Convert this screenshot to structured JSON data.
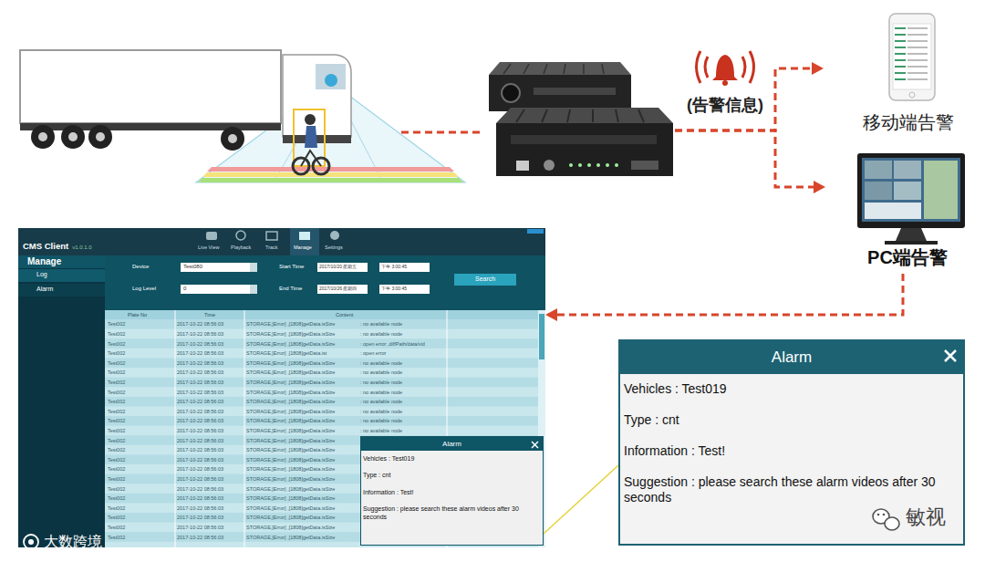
{
  "diagram": {
    "nodes": [
      {
        "text": []
      },
      {
        "text": []
      },
      {
        "text": [
          "移动端告警"
        ]
      },
      {
        "text": [
          "PC端告警"
        ]
      },
      {
        "text": [
          "CMS Client",
          "v1.0.1.0"
        ]
      },
      {
        "text": [
          "Alarm",
          "Vehicles : Test019",
          "Type : cnt",
          "Information : Test!",
          "Suggestion : please search these alarm videos after 30 seconds"
        ],
        "in": 4
      },
      {
        "text": [
          "Alarm",
          "Vehicles : Test019",
          "Type : cnt",
          "Information : Test!",
          "Suggestion : please search these alarm videos after 30 seconds"
        ]
      }
    ],
    "edges": [
      {
        "from": 0,
        "to": 1,
        "arrow": "none"
      },
      {
        "from": 1,
        "to": 2,
        "label": "(告警信息)",
        "arrow": "to"
      },
      {
        "from": 1,
        "to": 3,
        "arrow": "to"
      },
      {
        "from": 3,
        "to": 4,
        "arrow": "to"
      },
      {
        "from": 5,
        "to": 6,
        "arrow": "none"
      }
    ],
    "labels": [
      "Live View",
      "Playback",
      "Track",
      "Manage",
      "Settings",
      "Manage",
      "Log",
      "Alarm",
      "Device",
      "Test080",
      "Log Level",
      "0",
      "Start Time",
      "2017/10/20 星期五",
      "下午 3:00:45",
      "End Time",
      "2017/10/26 星期四",
      "下午 3:00:45",
      "Search",
      "Plate No",
      "Time",
      "Content",
      "大数跨境",
      "敏视",
      "Test002",
      "2017-10-22 08:56:03",
      "STORAGE,[Error] ,[1808]getData.isSize",
      ": no available node",
      "Test002",
      "2017-10-22 08:56:03",
      "STORAGE,[Error] ,[1808]getData.isSize",
      ": no available node",
      "Test002",
      "2017-10-22 08:56:03",
      "STORAGE,[Error] ,[1808]getData.isSize",
      ": open error ,diffPath/data/vid",
      "Test002",
      "2017-10-22 08:56:03",
      "STORAGE,[Error] ,[1808]getData.ist",
      ": open error",
      "Test002",
      "2017-10-22 08:56:03",
      "STORAGE,[Error] ,[1808]getData.isSize",
      ": no available node",
      "Test002",
      "2017-10-22 08:56:03",
      "STORAGE,[Error] ,[1808]getData.isSize",
      ": no available node",
      "Test002",
      "2017-10-22 08:56:03",
      "STORAGE,[Error] ,[1808]getData.isSize",
      ": no available node",
      "Test002",
      "2017-10-22 08:56:03",
      "STORAGE,[Error] ,[1808]getData.isSize",
      ": no available node",
      "Test002",
      "2017-10-22 08:56:03",
      "STORAGE,[Error] ,[1808]getData.isSize",
      ": no available node",
      "Test002",
      "2017-10-22 08:56:03",
      "STORAGE,[Error] ,[1808]getData.isSize",
      ": no available node",
      "Test002",
      "2017-10-22 08:56:03",
      "STORAGE,[Error] ,[1808]getData.isSize",
      ": no available node",
      "Test002",
      "2017-10-22 08:56:03",
      "STORAGE,[Error] ,[1808]getData.isSize",
      ": no available node",
      "Test002",
      "2017-10-22 08:56:03",
      "STORAGE,[Error] ,[1808]getData.isSize",
      "Test002",
      "2017-10-22 08:56:03",
      "STORAGE,[Error] ,[1808]getData.isSize",
      "Test002",
      "2017-10-22 08:56:03",
      "STORAGE,[Error] ,[1808]getData.isSize",
      "Test002",
      "2017-10-22 08:56:03",
      "STORAGE,[Error] ,[1808]getData.isSize",
      "Test002",
      "2017-10-22 08:56:03",
      "STORAGE,[Error] ,[1808]getData.isSize",
      "Test002",
      "2017-10-22 08:56:03",
      "STORAGE,[Error] ,[1808]getData.isSize",
      "Test002",
      "2017-10-22 08:56:03",
      "STORAGE,[Error] ,[1808]getData.isSize",
      "Test002",
      "2017-10-22 08:56:03",
      "STORAGE,[Error] ,[1808]getData.isSize",
      "Test002",
      "2017-10-22 08:56:03",
      "STORAGE,[Error] ,[1808]getData.isSize",
      "Test002",
      "2017-10-22 08:56:03",
      "STORAGE,[Error] ,[1808]getData.isSize",
      "Test002",
      "2017-10-22 08:56:03",
      "STORAGE,[Error] ,[1808]getData.isSize"
    ]
  }
}
